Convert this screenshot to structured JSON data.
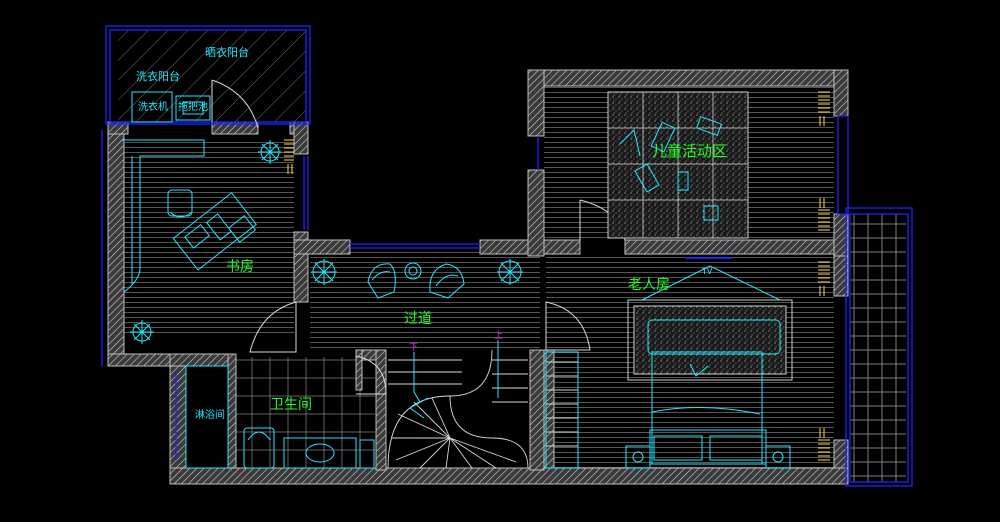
{
  "labels": {
    "drying_balcony": "晒衣阳台",
    "laundry_balcony": "洗衣阳台",
    "washer": "洗衣机",
    "mop_sink": "拖把池",
    "study": "书房",
    "kids_area": "儿童活动区",
    "corridor": "过道",
    "elder_room": "老人房",
    "bathroom": "卫生间",
    "shower": "淋浴间",
    "tv": "TV",
    "stair_down": "下",
    "stair_up": "上"
  },
  "colors": {
    "background": "#000000",
    "wall": "#9a9a9a",
    "wall_hatch": "#d0d0d0",
    "floor_lines": "#8c8c8c",
    "window": "#2020ff",
    "furniture": "#20e8ff",
    "room_label": "#20ff20",
    "small_label": "#20e8ff",
    "stair_mark": "#ff20ff",
    "accent_yellow": "#ffe040"
  }
}
